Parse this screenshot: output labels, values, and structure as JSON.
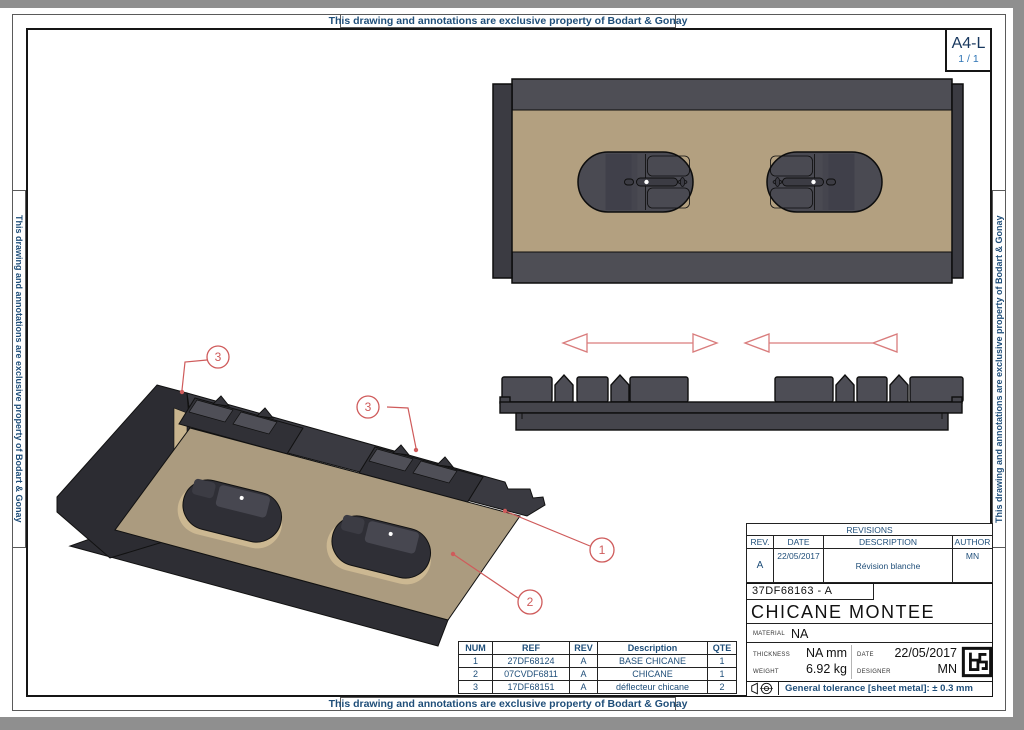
{
  "frame": {
    "property_notice_top": "This drawing and annotations are exclusive property of Bodart & Gonay",
    "property_notice_bottom": "This drawing and annotations are exclusive property of Bodart & Gonay",
    "property_notice_left": "This drawing and annotations are exclusive property of Bodart & Gonay",
    "property_notice_right": "This drawing and annotations are exclusive property of Bodart & Gonay",
    "format": "A4-L",
    "sheet_index": "1 / 1"
  },
  "revisions": {
    "title": "REVISIONS",
    "columns": [
      "REV.",
      "DATE",
      "DESCRIPTION",
      "AUTHOR"
    ],
    "rows": [
      {
        "rev": "A",
        "date": "22/05/2017",
        "description": "Révision blanche",
        "author": "MN"
      }
    ]
  },
  "title_block": {
    "drawing_number": "37DF68163 - A",
    "title": "CHICANE MONTEE",
    "material_label": "MATERIAL",
    "material": "NA",
    "thickness_label": "THICKNESS",
    "thickness": "NA mm",
    "weight_label": "WEIGHT",
    "weight": "6.92 kg",
    "date_label": "DATE",
    "date": "22/05/2017",
    "designer_label": "DESIGNER",
    "designer": "MN",
    "tolerance": "General tolerance [sheet metal]: ± 0.3 mm"
  },
  "parts_table": {
    "columns": [
      "NUM",
      "REF",
      "REV",
      "Description",
      "QTE"
    ],
    "rows": [
      {
        "num": "1",
        "ref": "27DF68124",
        "rev": "A",
        "description": "BASE CHICANE",
        "qte": "1"
      },
      {
        "num": "2",
        "ref": "07CVDF6811",
        "rev": "A",
        "description": "CHICANE",
        "qte": "1"
      },
      {
        "num": "3",
        "ref": "17DF68151",
        "rev": "A",
        "description": "déflecteur chicane",
        "qte": "2"
      }
    ]
  },
  "balloons": {
    "base": "1",
    "chicane": "2",
    "deflector_left": "3",
    "deflector_right": "3"
  },
  "colors": {
    "annotation_red": "#cf5b5b",
    "text_blue": "#1f4e79",
    "board_tan": "#b3a080",
    "metal_dark": "#3a3a41",
    "format_blue": "#17375e",
    "sheet_index_blue": "#2e74b5"
  }
}
